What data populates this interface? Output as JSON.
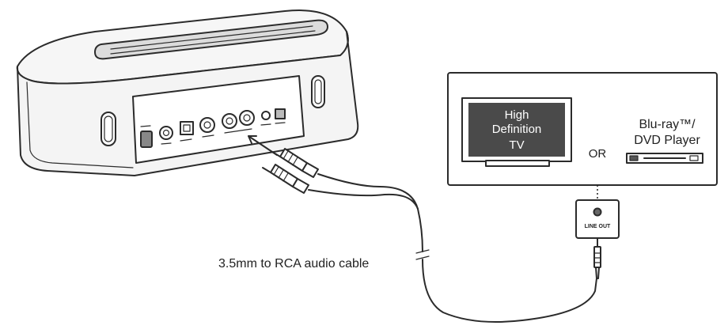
{
  "tv": {
    "screen_line1": "High",
    "screen_line2": "Definition",
    "screen_line3": "TV"
  },
  "player": {
    "label_line1": "Blu-ray™/",
    "label_line2": "DVD Player"
  },
  "or_label": "OR",
  "line_out_label": "LINE OUT",
  "cable_label": "3.5mm to RCA audio cable",
  "colors": {
    "ink": "#2b2b2b",
    "tv_screen": "#4a4a4a",
    "tv_text": "#ffffff",
    "speaker_body": "#f4f4f4"
  }
}
